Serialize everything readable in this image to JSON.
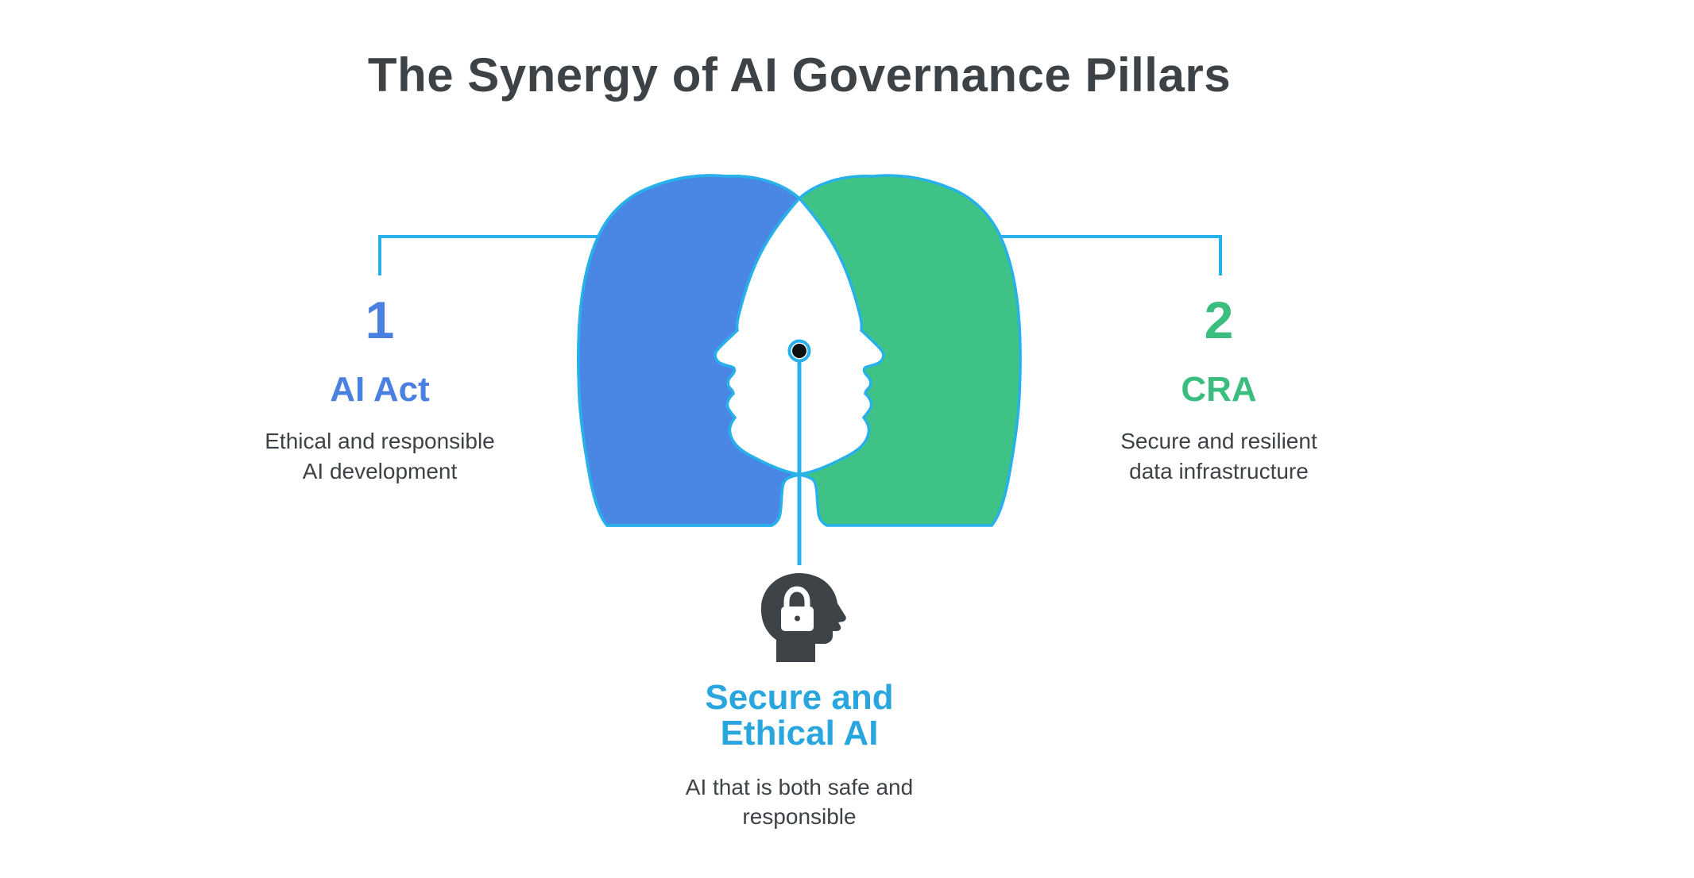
{
  "title": "The Synergy of AI Governance Pillars",
  "pillars": [
    {
      "number": "1",
      "name": "AI Act",
      "desc_line1": "Ethical and responsible",
      "desc_line2": "AI development",
      "head_color_name": "blue",
      "head_facing": "right"
    },
    {
      "number": "2",
      "name": "CRA",
      "desc_line1": "Secure and resilient",
      "desc_line2": "data infrastructure",
      "head_color_name": "green",
      "head_facing": "left"
    }
  ],
  "synthesis": {
    "icon": "head-with-padlock-icon",
    "title_line1": "Secure and",
    "title_line2": "Ethical AI",
    "desc_line1": "AI that is both safe and",
    "desc_line2": "responsible"
  },
  "colors": {
    "head_blue": "#4a86e3",
    "head_green": "#3ec285",
    "line_cyan": "#28b0ea",
    "text_dark": "#3d4247",
    "text_blue": "#4a80df",
    "text_green": "#3cbd80",
    "text_cyan": "#2aa6df",
    "icon_charcoal": "#3e4347",
    "dot_black": "#0b0f12",
    "background": "#ffffff"
  }
}
